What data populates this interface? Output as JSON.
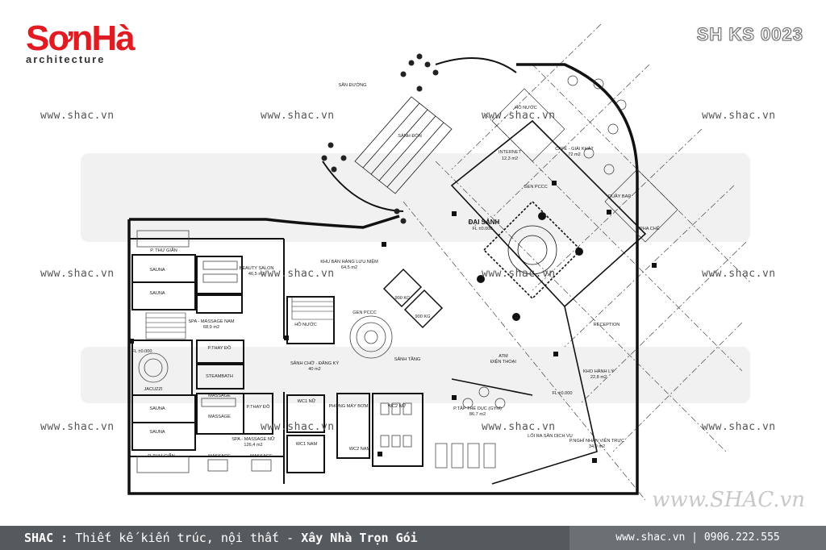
{
  "brand": {
    "logo_text": "SơnHà",
    "logo_sub": "architecture",
    "project_code": "SH KS 0023"
  },
  "watermarks": {
    "site": "www.shac.vn",
    "signature": "www.SHAC.vn"
  },
  "rooms": {
    "san_duong": "SÂN ĐƯỜNG",
    "sanh_don": "SẢNH ĐÓN",
    "ho_nuoc_top": "HỒ NƯỚC",
    "internet": "INTERNET",
    "internet_area": "12,3 m2",
    "cafe": "CAFE - GIẢI KHÁT",
    "cafe_area": "72 m2",
    "gen_pccc_top": "GEN PCCC",
    "quay_bar": "QUẦY BAR",
    "p_pha_che": "P.PHA CHẾ",
    "dai_sanh": "ĐẠI SẢNH",
    "reception": "RECEPTION",
    "kho_hanh_ly": "KHO HÀNH LÝ",
    "kho_area": "22,8 m2",
    "p_thu_gian_top": "P. THƯ GIÃN",
    "sauna": "SAUNA",
    "beauty_salon": "BEAUTY SALON",
    "beauty_area": "46,5 m2",
    "khu_ban_hang": "KHU BÁN HÀNG LƯU NIỆM",
    "ban_hang_area": "64,5 m2",
    "spa_massage_nam": "SPA - MASSAGE NAM",
    "spa_nam_area": "68,9 m2",
    "ho_nuoc": "HỒ NƯỚC",
    "gen_pccc": "GEN PCCC",
    "p_thay_do": "P.THAY ĐỒ",
    "jacuzzi": "JACUZZI",
    "steambath": "STEAMBATH",
    "massage": "MASSAGE",
    "sanh_cho": "SẢNH CHỜ - ĐĂNG KÝ",
    "sanh_cho_area": "40 m2",
    "sanh_tang": "SẢNH TẦNG",
    "atm": "ATM",
    "dien_thoai": "ĐIỆN THOẠI",
    "wc1_nu": "WC1 NỮ",
    "wc2_nu": "WC2 NỮ",
    "wc1_nam": "WC1 NAM",
    "wc2_nam": "WC2 NAM",
    "phong_may_bom": "PHÒNG MÁY BƠM",
    "gym": "P.TẬP THỂ DỤC (GYM)",
    "gym_area": "86,7 m2",
    "loi_ra": "LỐI RA SÂN DỊCH VỤ",
    "p_nghi_nv": "P.NGHỈ NHÂN VIÊN TRỰC",
    "nghi_area": "34,9 m2",
    "spa_massage_nu": "SPA - MASSAGE NỮ",
    "spa_nu_area": "126,4 m2",
    "p_thu_gian_bottom": "P. THƯ GIÃN",
    "elev_a": "900 KG",
    "elev_b": "900 KG",
    "fl": "FL ±0.000"
  },
  "footer": {
    "left_brand": "SHAC : ",
    "left_tagline": "Thiết kế kiến trúc, nội thất - ",
    "left_bold": "Xây Nhà Trọn Gói",
    "right": "www.shac.vn | 0906.222.555"
  }
}
